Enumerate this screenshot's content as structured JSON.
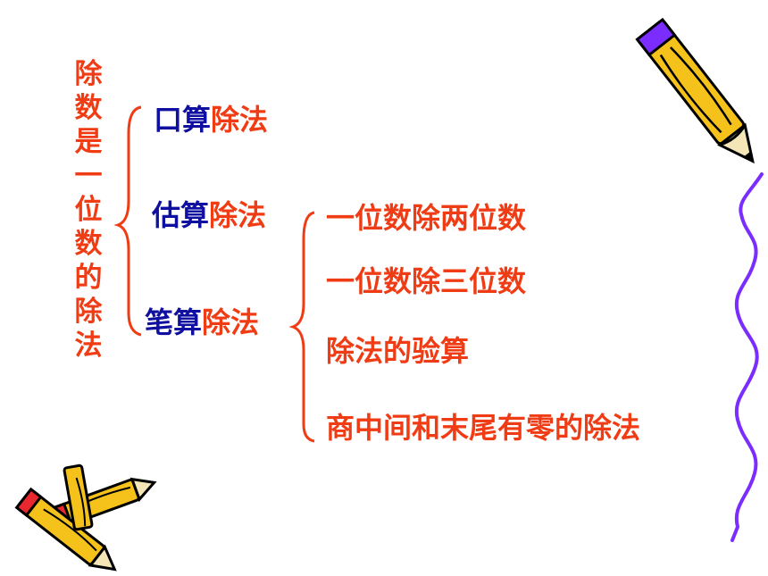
{
  "title": "除数是一位数的除法",
  "categories": [
    {
      "prefix": "口算",
      "suffix": "除法"
    },
    {
      "prefix": "估算",
      "suffix": "除法"
    },
    {
      "prefix": "笔算",
      "suffix": "除法"
    }
  ],
  "subtopics": [
    "一位数除两位数",
    "一位数除三位数",
    "除法的验算",
    "商中间和末尾有零的除法"
  ],
  "colors": {
    "accent_red": "#f03c14",
    "accent_blue": "#1010a0",
    "pencil_yellow": "#f5c21b",
    "pencil_outline": "#000000",
    "squiggle_purple": "#7b2cff"
  },
  "icons": [
    "pencil-icon",
    "crossed-pencils-icon",
    "squiggle-line"
  ]
}
